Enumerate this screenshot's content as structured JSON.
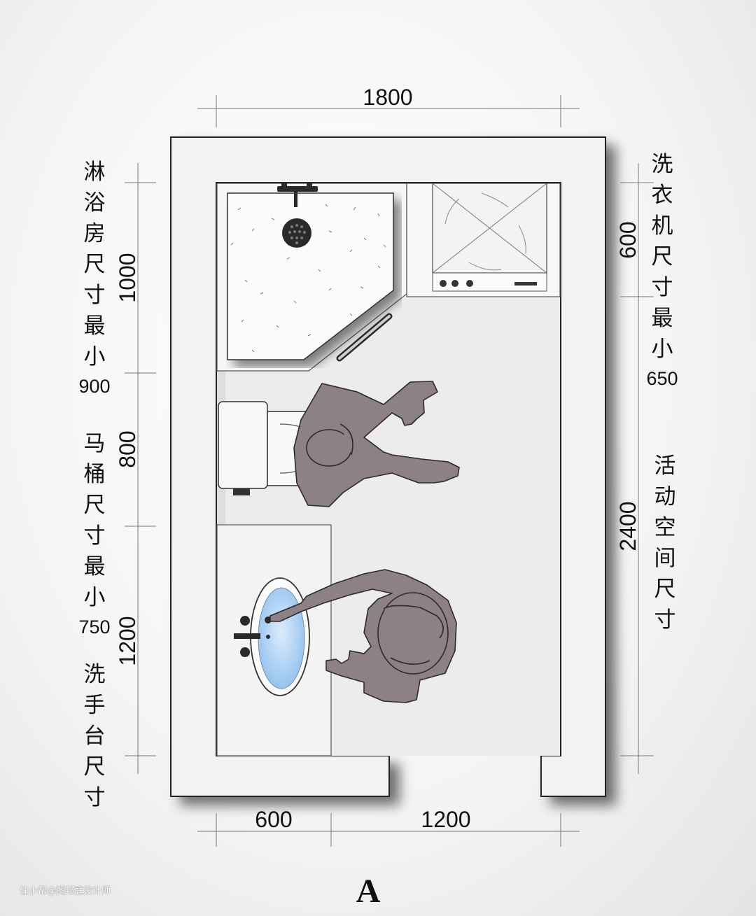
{
  "dimensions": {
    "top_width": "1800",
    "bottom_left": "600",
    "bottom_right": "1200",
    "left_shower": "1000",
    "left_toilet": "800",
    "left_basin": "1200",
    "right_washer": "600",
    "right_activity": "2400"
  },
  "labels": {
    "shower": "淋浴房尺寸最小",
    "shower_min": "900",
    "toilet": "马桶尺寸最小",
    "toilet_min": "750",
    "basin": "洗手台尺寸",
    "washer": "洗衣机尺寸最小",
    "washer_min": "650",
    "activity": "活动空间尺寸"
  },
  "plan_letter": "A",
  "source_credit": "住小帮@图邦庭设计师",
  "colors": {
    "wall": "#f2f2f2",
    "wall_stroke": "#222222",
    "floor": "#ececec",
    "figure": "#8e8185",
    "basin_water": "#a9d0f5",
    "dimension_line": "#777777"
  },
  "icons": [
    "shower-head-icon",
    "faucet-icon",
    "person-sitting-icon",
    "person-standing-icon",
    "washing-machine-icon",
    "sink-icon"
  ]
}
